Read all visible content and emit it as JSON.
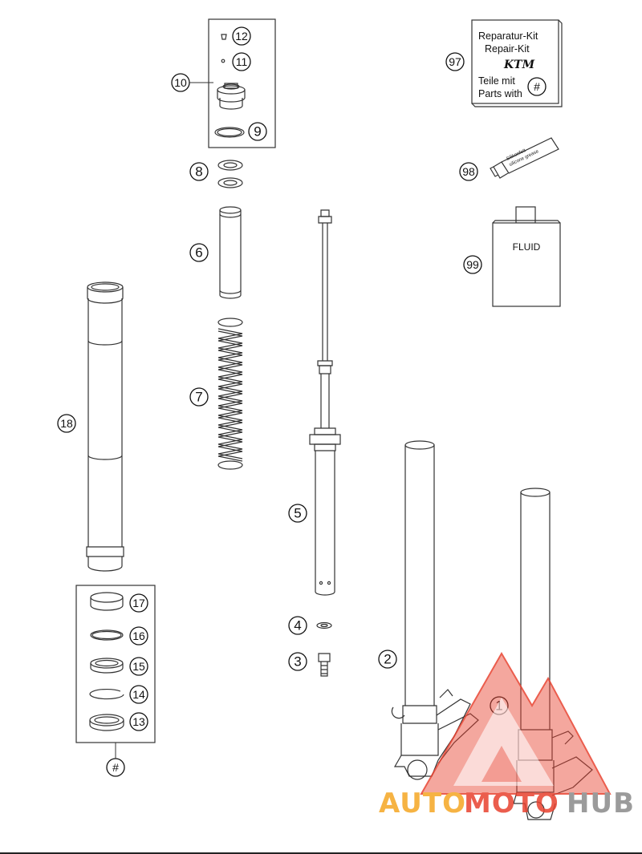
{
  "callouts": {
    "p1": "1",
    "p2": "2",
    "p3": "3",
    "p4": "4",
    "p5": "5",
    "p6": "6",
    "p7": "7",
    "p8": "8",
    "p9": "9",
    "p10": "10",
    "p11": "11",
    "p12": "12",
    "p13": "13",
    "p14": "14",
    "p15": "15",
    "p16": "16",
    "p17": "17",
    "p18": "18",
    "p97": "97",
    "p98": "98",
    "p99": "99",
    "hash": "#"
  },
  "repair_kit": {
    "line1": "Reparatur-Kit",
    "line2": "Repair-Kit",
    "logo": "KTM",
    "line3": "Teile mit",
    "line4": "Parts with",
    "hash": "#"
  },
  "tube_label": {
    "line1": "Silikonfett",
    "line2": "silicone grease"
  },
  "fluid_label": "FLUID",
  "watermark": {
    "part1": "AUTO",
    "part2": "MOTO",
    "part3": "HUB",
    "color_red": "#e8412f",
    "color_orange": "#f5a623",
    "color_gray": "#8a8a8a"
  }
}
